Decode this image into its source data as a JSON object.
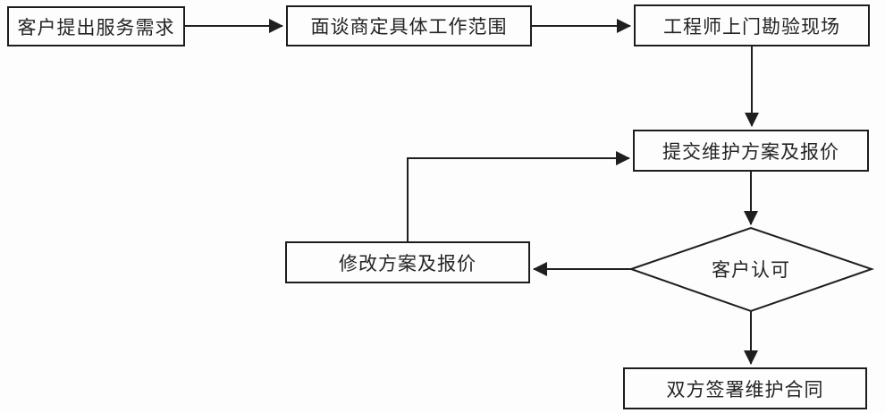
{
  "colors": {
    "line": "#1f1f1f",
    "text": "#242424",
    "background": "#fdfdfd"
  },
  "flowchart": {
    "nodes": {
      "customer_request": {
        "label": "客户提出服务需求",
        "type": "process"
      },
      "interview_scope": {
        "label": "面谈商定具体工作范围",
        "type": "process"
      },
      "engineer_survey": {
        "label": "工程师上门勘验现场",
        "type": "process"
      },
      "submit_plan": {
        "label": "提交维护方案及报价",
        "type": "process"
      },
      "revise_plan": {
        "label": "修改方案及报价",
        "type": "process"
      },
      "customer_approval": {
        "label": "客户认可",
        "type": "decision"
      },
      "sign_contract": {
        "label": "双方签署维护合同",
        "type": "process"
      }
    },
    "edges": [
      {
        "from": "customer_request",
        "to": "interview_scope"
      },
      {
        "from": "interview_scope",
        "to": "engineer_survey"
      },
      {
        "from": "engineer_survey",
        "to": "submit_plan"
      },
      {
        "from": "submit_plan",
        "to": "customer_approval"
      },
      {
        "from": "customer_approval",
        "to": "revise_plan"
      },
      {
        "from": "revise_plan",
        "to": "submit_plan"
      },
      {
        "from": "customer_approval",
        "to": "sign_contract"
      }
    ]
  }
}
